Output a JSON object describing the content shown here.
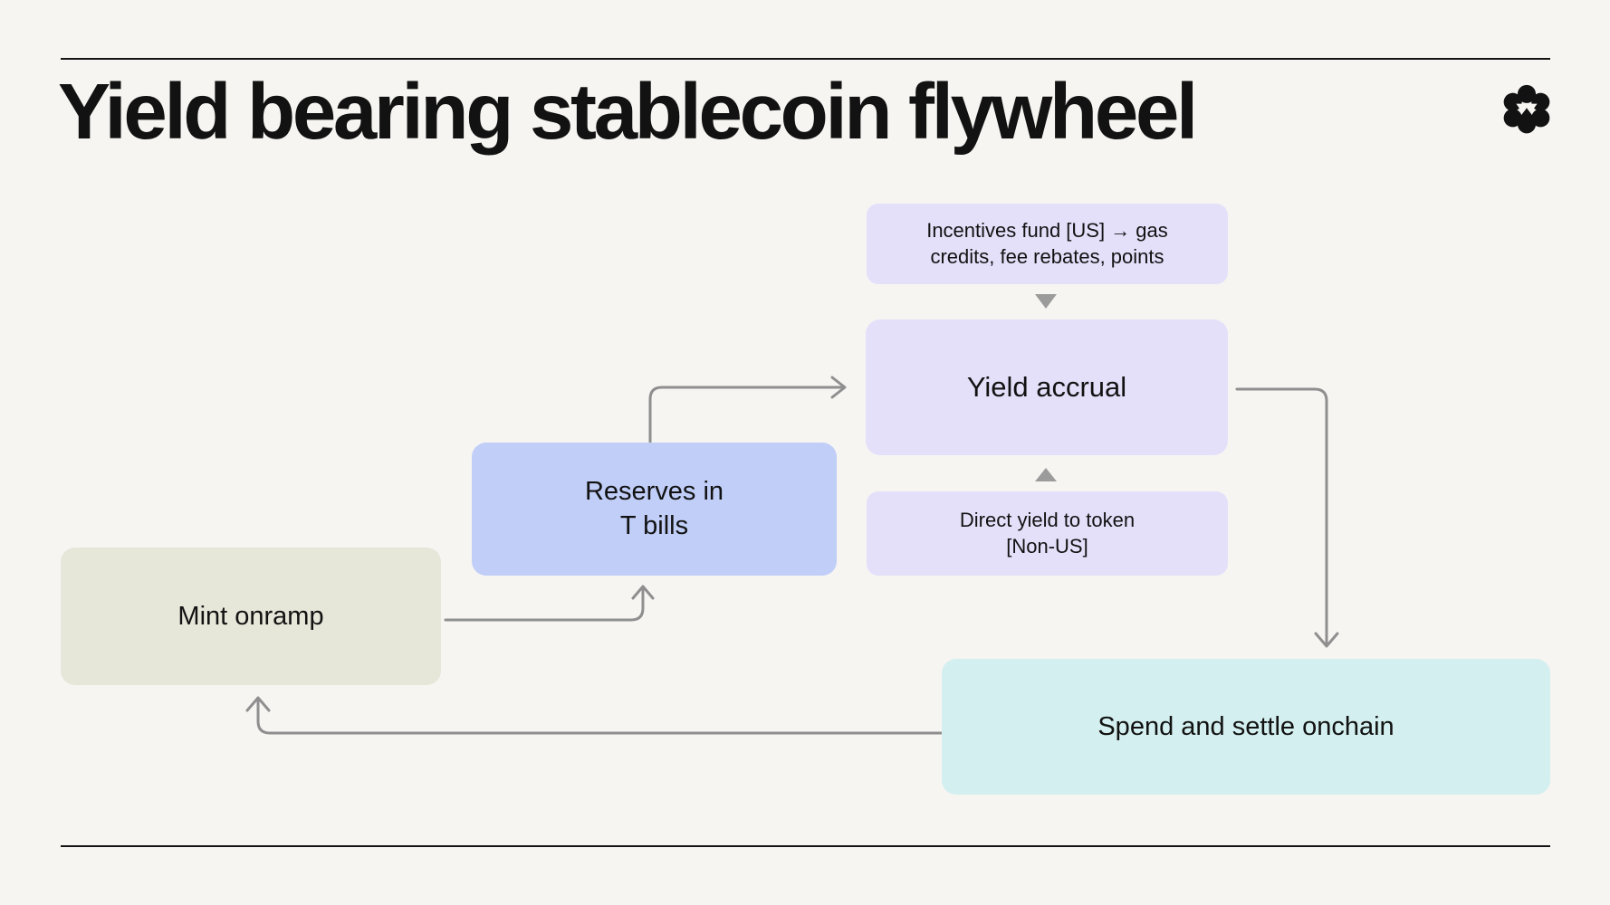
{
  "theme": {
    "bg": "#F6F5F2",
    "ink": "#121212",
    "lavender": "#E5E0FA",
    "blue": "#C0CEF8",
    "olive": "#E6E6D9",
    "teal": "#D3EFEF",
    "arrow": "#8F8F8F",
    "tri": "#9B9B9B",
    "rule": "#141414"
  },
  "header": {
    "title": "Yield bearing stablecoin flywheel",
    "logo": "flower-icon"
  },
  "diagram": {
    "nodes": [
      {
        "id": "incentives",
        "label": "Incentives fund [US] → gas\ncredits, fee rebates, points",
        "color": "#E5E0FA"
      },
      {
        "id": "yield-accrual",
        "label": "Yield accrual",
        "color": "#E5E0FA"
      },
      {
        "id": "direct-yield",
        "label": "Direct yield to token\n[Non-US]",
        "color": "#E5E0FA"
      },
      {
        "id": "reserves",
        "label": "Reserves in\nT bills",
        "color": "#C0CEF8"
      },
      {
        "id": "mint",
        "label": "Mint onramp",
        "color": "#E6E6D9"
      },
      {
        "id": "spend",
        "label": "Spend and settle onchain",
        "color": "#D3EFEF"
      }
    ],
    "edges": [
      {
        "from": "mint",
        "to": "reserves",
        "style": "elbow-arrow"
      },
      {
        "from": "reserves",
        "to": "yield-accrual",
        "style": "elbow-arrow"
      },
      {
        "from": "yield-accrual",
        "to": "spend",
        "style": "elbow-arrow"
      },
      {
        "from": "spend",
        "to": "mint",
        "style": "elbow-arrow"
      },
      {
        "from": "incentives",
        "to": "yield-accrual",
        "style": "triangle-down"
      },
      {
        "from": "direct-yield",
        "to": "yield-accrual",
        "style": "triangle-up"
      }
    ]
  }
}
